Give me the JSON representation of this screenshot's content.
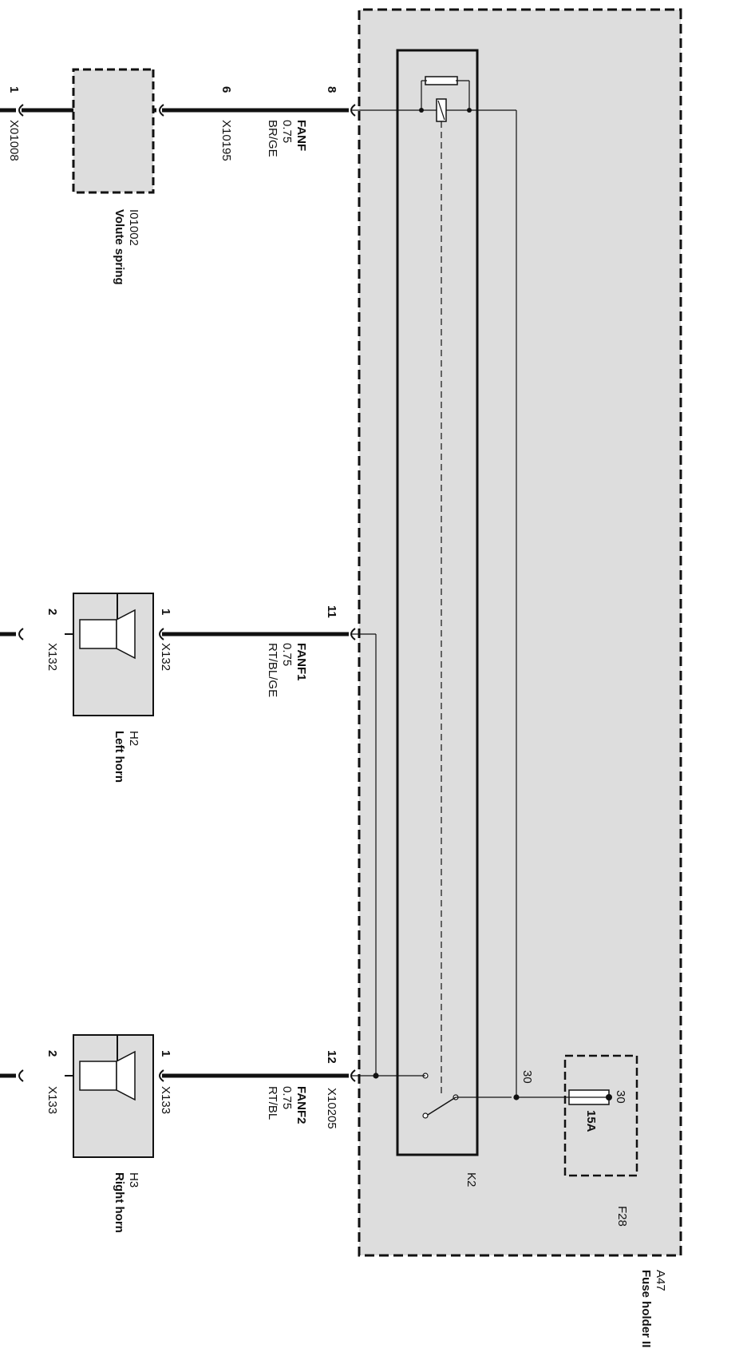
{
  "fuse_holder": {
    "id": "A47",
    "name": "Fuse holder II"
  },
  "fuse": {
    "id": "F28",
    "rating": "15A",
    "terminal": "30"
  },
  "relay": {
    "id": "K2",
    "terminal": "30"
  },
  "connectors": {
    "x10205": "X10205",
    "x10195": "X10195",
    "x01008": "X01008",
    "x132_1": "X132",
    "x132_2": "X132",
    "x133_1": "X133",
    "x133_2": "X133"
  },
  "pins": {
    "p8": "8",
    "p11": "11",
    "p12": "12",
    "p6": "6",
    "p1_far": "1",
    "h2_p1": "1",
    "h2_p2": "2",
    "h3_p1": "1",
    "h3_p2": "2"
  },
  "wires": [
    {
      "name": "FANF",
      "size": "0.75",
      "color": "BR/GE"
    },
    {
      "name": "FANF1",
      "size": "0.75",
      "color": "RT/BL/GE"
    },
    {
      "name": "FANF2",
      "size": "0.75",
      "color": "RT/BL"
    }
  ],
  "components": {
    "volute_spring": {
      "id": "I01002",
      "name": "Volute spring"
    },
    "left_horn": {
      "id": "H2",
      "name": "Left horn"
    },
    "right_horn": {
      "id": "H3",
      "name": "Right horn"
    }
  }
}
